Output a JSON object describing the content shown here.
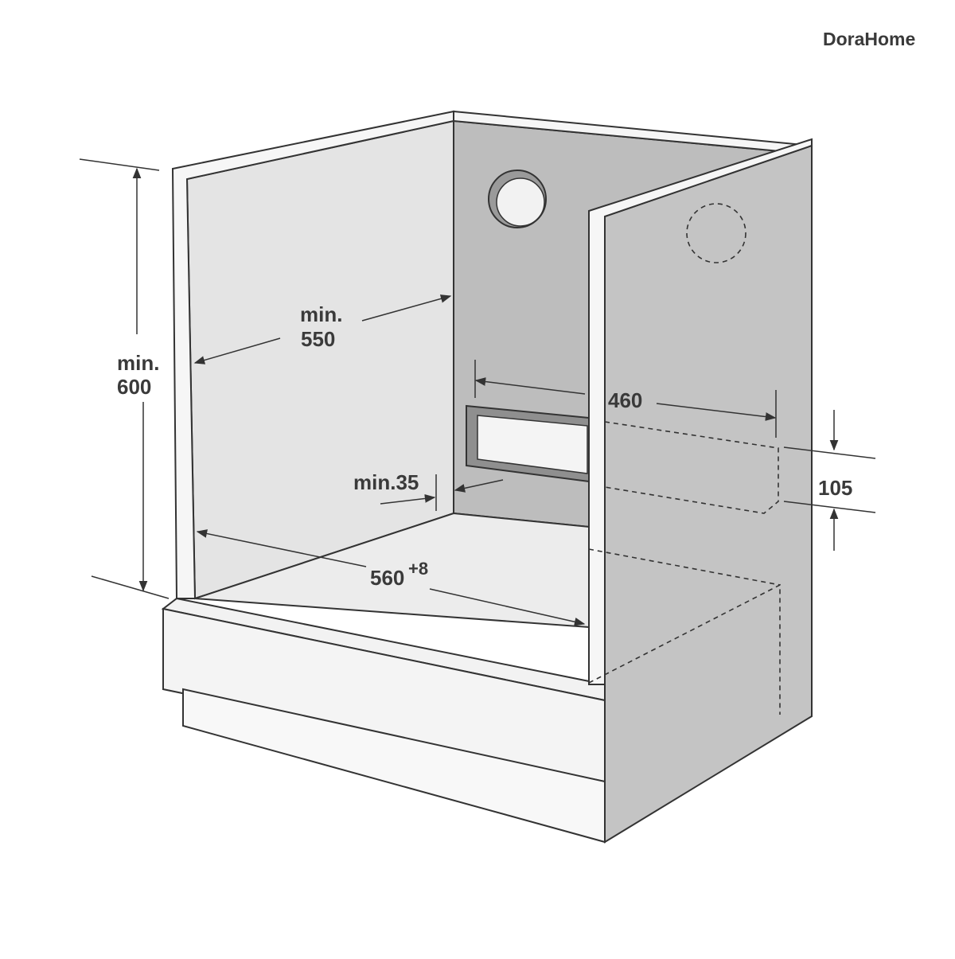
{
  "brand": {
    "logo_text": "DoraHome",
    "color": "#1a4fa0",
    "accent": "#3aa0e0"
  },
  "colors": {
    "panel_light": "#e6e6e6",
    "panel_mid": "#d2d2d2",
    "panel_dark": "#bdbdbd",
    "floor": "#ececec",
    "line": "#333333"
  },
  "dimensions": {
    "height_label": "min.",
    "height_value": "600",
    "depth_label": "min.",
    "depth_value": "550",
    "cutout_width": "460",
    "cutout_height": "105",
    "gap_label": "min.35",
    "width_value": "560",
    "width_tolerance": "+8"
  }
}
